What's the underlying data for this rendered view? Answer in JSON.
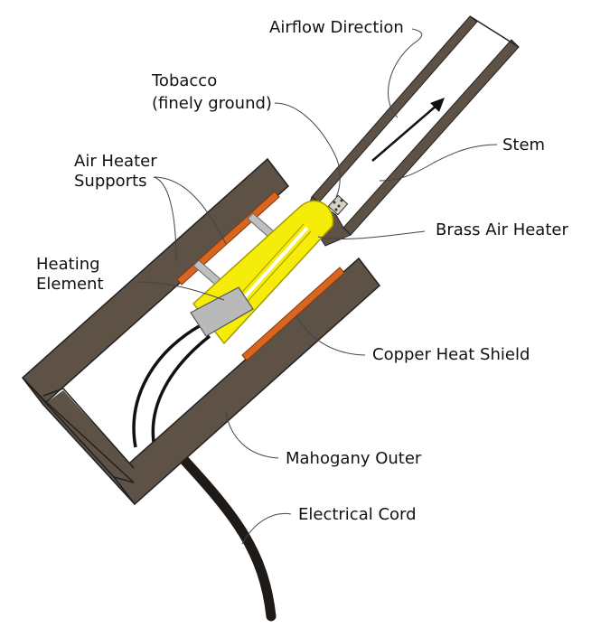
{
  "labels": {
    "airflow_direction": "Airflow Direction",
    "tobacco_line1": "Tobacco",
    "tobacco_line2": "(finely ground)",
    "stem": "Stem",
    "air_heater_supports_line1": "Air Heater",
    "air_heater_supports_line2": "Supports",
    "brass_air_heater": "Brass Air Heater",
    "heating_element_line1": "Heating",
    "heating_element_line2": "Element",
    "copper_heat_shield": "Copper Heat Shield",
    "mahogany_outer": "Mahogany Outer",
    "electrical_cord": "Electrical Cord"
  },
  "colors": {
    "mahogany": "#5e5146",
    "copper": "#d9651f",
    "brass": "#f5ec0a",
    "brass_outline": "#a89a00",
    "element": "#b9b9b9",
    "cord": "#1e1a17",
    "stem": "#5e5146",
    "tobacco": "#7a6a55",
    "support": "#bfbfbf"
  }
}
